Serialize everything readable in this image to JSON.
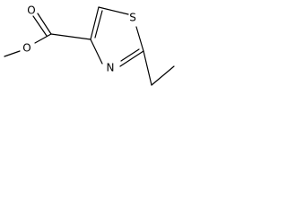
{
  "structure": {
    "atoms": {
      "carbonyl_oxygen": "O",
      "ester_oxygen": "O",
      "ring_sulfur": "S",
      "ring_nitrogen": "N"
    }
  },
  "colors": {
    "bond": "#000000",
    "label": "#000000",
    "background": "#ffffff"
  }
}
